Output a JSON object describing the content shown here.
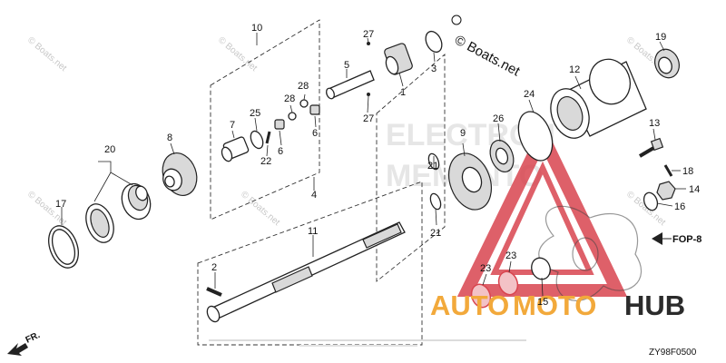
{
  "diagram": {
    "code": "ZY98F0500",
    "direction_label": "FR.",
    "reference_label": "FOP-8",
    "watermark_text": "© Boats.net",
    "brand_logo": {
      "part1": "AUTO",
      "part2": "MOTO",
      "part3": "HUB"
    },
    "background_watermark_lines": [
      "ELECTRON",
      "MEMENTO"
    ],
    "callouts": {
      "c1": "1",
      "c2": "2",
      "c3": "3",
      "c4": "4",
      "c5": "5",
      "c6": "6",
      "c7": "7",
      "c8": "8",
      "c9": "9",
      "c10": "10",
      "c11": "11",
      "c12": "12",
      "c13": "13",
      "c14": "14",
      "c15": "15",
      "c16": "16",
      "c17": "17",
      "c18": "18",
      "c19": "19",
      "c20": "20",
      "c21a": "21",
      "c21b": "21",
      "c22": "22",
      "c23a": "23",
      "c23b": "23",
      "c24": "24",
      "c25": "25",
      "c26": "26",
      "c27a": "27",
      "c27b": "27",
      "c28": "28"
    },
    "colors": {
      "logo_orange": "#f2a93b",
      "logo_dark": "#2b2b2b",
      "triangle_red": "#d9454f",
      "gasket_red": "#d9454f"
    }
  }
}
